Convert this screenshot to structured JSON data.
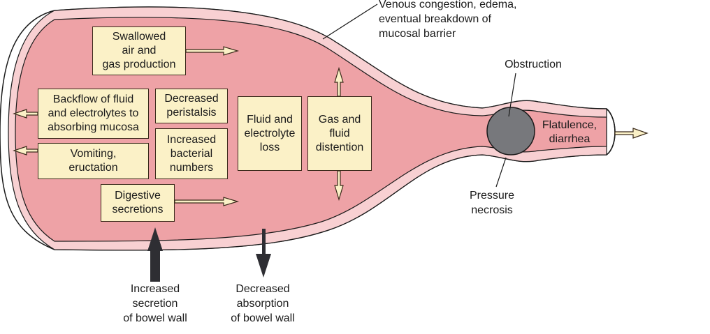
{
  "title": "Bowel obstruction pathophysiology",
  "colors": {
    "lumen": "#eea2a6",
    "wall": "#f8d0d2",
    "box_fill": "#fbf1c7",
    "box_border": "#3a2a1a",
    "obstruction": "#77787c",
    "dark_arrow": "#2e2e33",
    "outline": "#1a1a1a"
  },
  "boxes": {
    "swallowed_air": "Swallowed\nair and\ngas production",
    "backflow": "Backflow of fluid\nand electrolytes to\nabsorbing mucosa",
    "vomiting": "Vomiting,\neructation",
    "decreased_peristalsis": "Decreased\nperistalsis",
    "increased_bacterial": "Increased\nbacterial\nnumbers",
    "fluid_electrolyte_loss": "Fluid and\nelectrolyte\nloss",
    "gas_fluid_distention": "Gas and\nfluid\ndistention",
    "digestive_secretions": "Digestive\nsecretions"
  },
  "labels": {
    "venous_congestion": "Venous congestion, edema,\neventual breakdown of\nmucosal barrier",
    "obstruction": "Obstruction",
    "pressure_necrosis": "Pressure\nnecrosis",
    "flatulence": "Flatulence,\ndiarrhea",
    "increased_secretion": "Increased\nsecretion\nof bowel wall",
    "decreased_absorption": "Decreased\nabsorption\nof bowel wall"
  }
}
